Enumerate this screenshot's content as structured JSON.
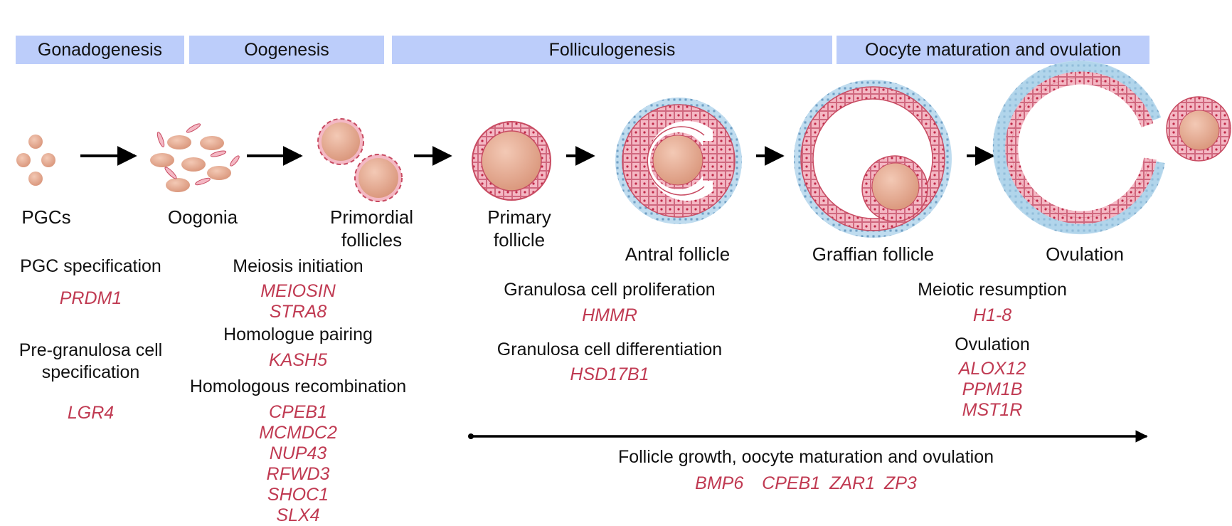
{
  "stages": [
    "Gonadogenesis",
    "Oogenesis",
    "Folliculogenesis",
    "Oocyte maturation and ovulation"
  ],
  "cells": {
    "pgcs": "PGCs",
    "oogonia": "Oogonia",
    "primordial": [
      "Primordial",
      "follicles"
    ],
    "primary": [
      "Primary",
      "follicle"
    ],
    "antral": "Antral follicle",
    "graffian": "Graffian follicle",
    "ovulation": "Ovulation"
  },
  "processes": {
    "pgc_spec": {
      "title": "PGC specification",
      "genes": [
        "PRDM1"
      ]
    },
    "pregran_spec": {
      "title": [
        "Pre-granulosa cell",
        "specification"
      ],
      "genes": [
        "LGR4"
      ]
    },
    "meiosis_init": {
      "title": "Meiosis initiation",
      "genes": [
        "MEIOSIN",
        "STRA8"
      ]
    },
    "homologue_pairing": {
      "title": "Homologue pairing",
      "genes": [
        "KASH5"
      ]
    },
    "homologous_recomb": {
      "title": "Homologous recombination",
      "genes": [
        "CPEB1",
        "MCMDC2",
        "NUP43",
        "RFWD3",
        "SHOC1",
        "SLX4"
      ]
    },
    "gran_prolif": {
      "title": "Granulosa cell proliferation",
      "genes": [
        "HMMR"
      ]
    },
    "gran_diff": {
      "title": "Granulosa cell differentiation",
      "genes": [
        "HSD17B1"
      ]
    },
    "meiotic_resumption": {
      "title": "Meiotic resumption",
      "genes": [
        "H1-8"
      ]
    },
    "ovulation_proc": {
      "title": "Ovulation",
      "genes": [
        "ALOX12",
        "PPM1B",
        "MST1R"
      ]
    },
    "follicle_growth": {
      "title": "Follicle growth, oocyte maturation and ovulation",
      "genes": [
        "BMP6",
        "CPEB1",
        "ZAR1",
        "ZP3"
      ]
    }
  },
  "colors": {
    "banner": "#bccdfa",
    "gene_text": "#c03a52",
    "oocyte": "#e3a88c",
    "granulosa": "#f4b8c4",
    "theca": "#a8d0e8"
  }
}
